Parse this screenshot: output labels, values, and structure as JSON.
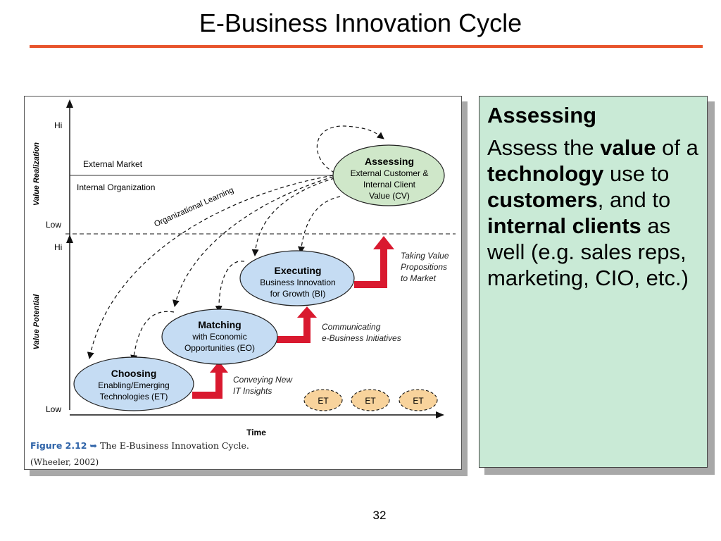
{
  "slide": {
    "title": "E-Business Innovation Cycle",
    "page_number": "32"
  },
  "figure": {
    "axes": {
      "value_realization": "Value Realization",
      "value_potential": "Value Potential",
      "hi_top": "Hi",
      "low_top": "Low",
      "hi_bottom": "Hi",
      "low_bottom": "Low",
      "time": "Time"
    },
    "zones": {
      "external_market": "External Market",
      "internal_organization": "Internal Organization",
      "organizational_learning": "Organizational Learning"
    },
    "stages": {
      "assessing": {
        "title": "Assessing",
        "lines": [
          "External Customer &",
          "Internal Client",
          "Value (CV)"
        ]
      },
      "executing": {
        "title": "Executing",
        "lines": [
          "Business Innovation",
          "for Growth (BI)"
        ]
      },
      "matching": {
        "title": "Matching",
        "lines": [
          "with Economic",
          "Opportunities (EO)"
        ]
      },
      "choosing": {
        "title": "Choosing",
        "lines": [
          "Enabling/Emerging",
          "Technologies (ET)"
        ]
      }
    },
    "transitions": {
      "taking_value": [
        "Taking Value",
        "Propositions",
        "to Market"
      ],
      "communicating": [
        "Communicating",
        "e-Business Initiatives"
      ],
      "conveying": [
        "Conveying New",
        "IT Insights"
      ]
    },
    "et_tokens": [
      "ET",
      "ET",
      "ET"
    ],
    "caption": {
      "figure_number": "Figure 2.12",
      "arrow": "➥",
      "text": "The E-Business Innovation Cycle.",
      "source": "(Wheeler, 2002)"
    },
    "colors": {
      "assessing_fill": "#cfe7c9",
      "stage_fill": "#c5dcf3",
      "et_fill": "#f8d39c",
      "red_arrow": "#d9192f",
      "title_rule": "#e8542c",
      "panel_fill": "#c9ead6"
    }
  },
  "panel": {
    "heading": "Assessing",
    "body": {
      "t1": "Assess the ",
      "b1": "value",
      "t2": " of a ",
      "b2": "technology",
      "t3": " use to ",
      "b3": "customers",
      "t4": ", and to ",
      "b4": "internal clients",
      "t5": " as well (e.g. sales reps, marketing, CIO, etc.)"
    }
  }
}
